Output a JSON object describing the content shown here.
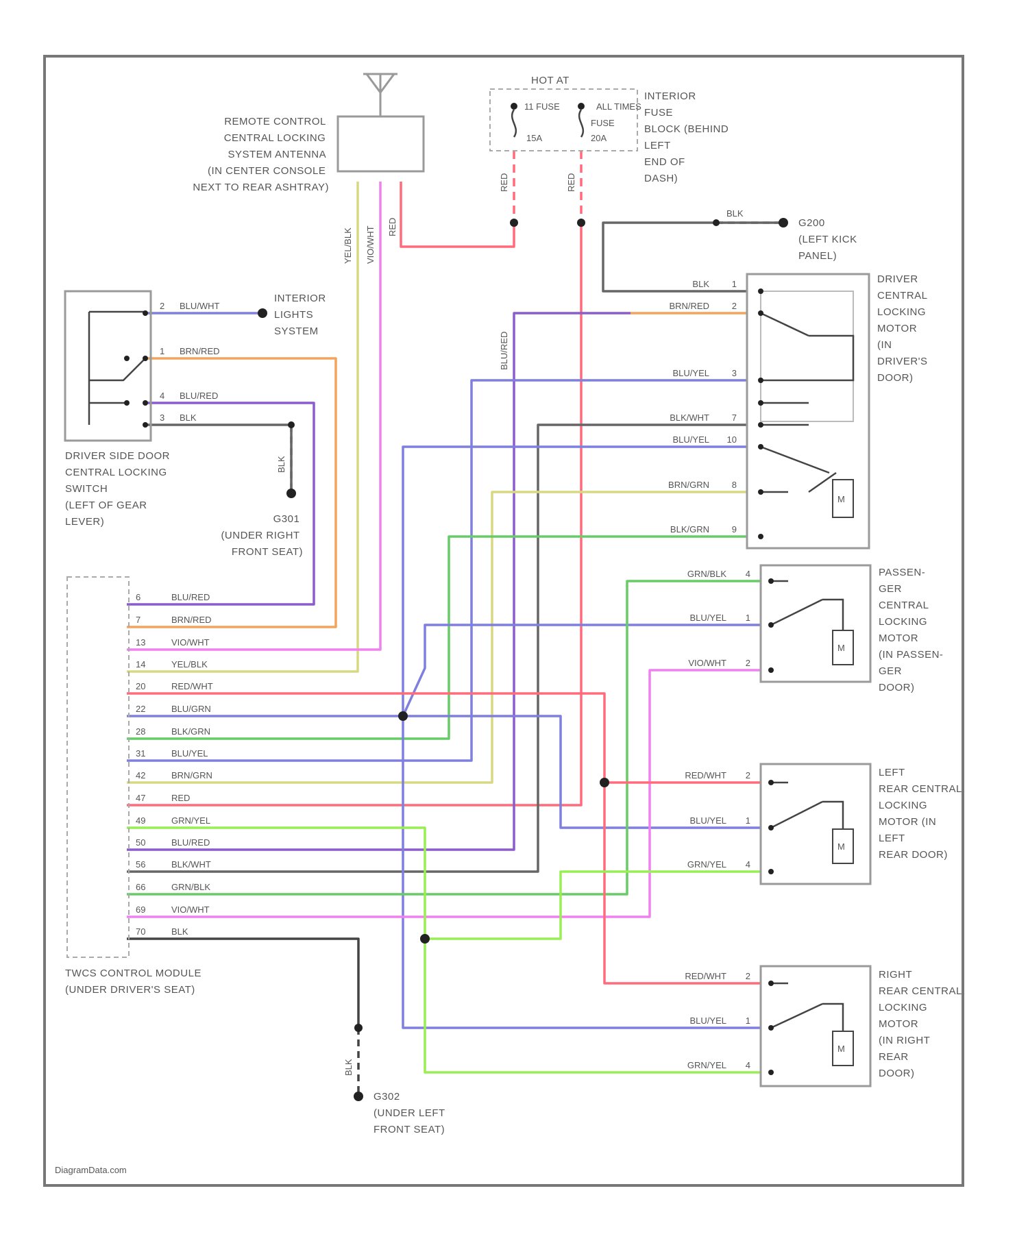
{
  "colors": {
    "red": "#ff6b7a",
    "pink": "#ee82ee",
    "yellow": "#d8d884",
    "purple": "#8a5ccc",
    "blue": "#7f7fdd",
    "orange": "#f3a35c",
    "green": "#66cc66",
    "lime": "#99ee55",
    "gray": "#666666",
    "black": "#444444"
  },
  "components": {
    "antenna": [
      "REMOTE CONTROL",
      "CENTRAL LOCKING",
      "SYSTEM ANTENNA",
      "(IN CENTER CONSOLE",
      "NEXT TO REAR ASHTRAY)"
    ],
    "hot_at": "HOT AT",
    "fuse_label": [
      "INTERIOR",
      "FUSE",
      "BLOCK (BEHIND",
      "LEFT",
      "END OF",
      "DASH)"
    ],
    "fuse_text": [
      "11 FUSE",
      "ALL TIMES",
      "FUSE",
      "15A",
      "20A"
    ],
    "switch": [
      "DRIVER SIDE DOOR",
      "CENTRAL LOCKING",
      "SWITCH",
      "(LEFT OF GEAR",
      "LEVER)"
    ],
    "interior_lights": [
      "INTERIOR",
      "LIGHTS",
      "SYSTEM"
    ],
    "g301": [
      "G301",
      "(UNDER RIGHT",
      "FRONT SEAT)"
    ],
    "g200": [
      "G200",
      "(LEFT KICK",
      "PANEL)"
    ],
    "g302": [
      "G302",
      "(UNDER LEFT",
      "FRONT SEAT)"
    ],
    "driver_motor": [
      "DRIVER",
      "CENTRAL",
      "LOCKING",
      "MOTOR",
      "(IN",
      "DRIVER'S",
      "DOOR)"
    ],
    "pass_motor": [
      "PASSEN-",
      "GER",
      "CENTRAL",
      "LOCKING",
      "MOTOR",
      "(IN PASSEN-",
      "GER",
      "DOOR)"
    ],
    "lr_motor": [
      "LEFT",
      "REAR CENTRAL",
      "LOCKING",
      "MOTOR (IN",
      "LEFT",
      "REAR DOOR)"
    ],
    "rr_motor": [
      "RIGHT",
      "REAR CENTRAL",
      "LOCKING",
      "MOTOR",
      "(IN RIGHT",
      "REAR",
      "DOOR)"
    ],
    "module": [
      "TWCS CONTROL MODULE",
      "(UNDER DRIVER'S SEAT)"
    ],
    "motor_symbol": "M"
  },
  "wire_labels": {
    "red": "RED",
    "yel_blk": "YEL/BLK",
    "vio_wht": "VIO/WHT",
    "blk": "BLK",
    "blu_red": "BLU/RED",
    "blk_v": "BLK"
  },
  "switch_pins": [
    {
      "num": "2",
      "color": "BLU/WHT"
    },
    {
      "num": "1",
      "color": "BRN/RED"
    },
    {
      "num": "4",
      "color": "BLU/RED"
    },
    {
      "num": "3",
      "color": "BLK"
    }
  ],
  "module_pins": [
    {
      "num": "6",
      "color": "BLU/RED"
    },
    {
      "num": "7",
      "color": "BRN/RED"
    },
    {
      "num": "13",
      "color": "VIO/WHT"
    },
    {
      "num": "14",
      "color": "YEL/BLK"
    },
    {
      "num": "20",
      "color": "RED/WHT"
    },
    {
      "num": "22",
      "color": "BLU/GRN"
    },
    {
      "num": "28",
      "color": "BLK/GRN"
    },
    {
      "num": "31",
      "color": "BLU/YEL"
    },
    {
      "num": "42",
      "color": "BRN/GRN"
    },
    {
      "num": "47",
      "color": "RED"
    },
    {
      "num": "49",
      "color": "GRN/YEL"
    },
    {
      "num": "50",
      "color": "BLU/RED"
    },
    {
      "num": "56",
      "color": "BLK/WHT"
    },
    {
      "num": "66",
      "color": "GRN/BLK"
    },
    {
      "num": "69",
      "color": "VIO/WHT"
    },
    {
      "num": "70",
      "color": "BLK"
    }
  ],
  "driver_pins": [
    {
      "num": "1",
      "color": "BLK"
    },
    {
      "num": "2",
      "color": "BRN/RED"
    },
    {
      "num": "3",
      "color": "BLU/YEL"
    },
    {
      "num": "7",
      "color": "BLK/WHT"
    },
    {
      "num": "10",
      "color": "BLU/YEL"
    },
    {
      "num": "8",
      "color": "BRN/GRN"
    },
    {
      "num": "9",
      "color": "BLK/GRN"
    }
  ],
  "pass_pins": [
    {
      "num": "4",
      "color": "GRN/BLK"
    },
    {
      "num": "1",
      "color": "BLU/YEL"
    },
    {
      "num": "2",
      "color": "VIO/WHT"
    }
  ],
  "lr_pins": [
    {
      "num": "2",
      "color": "RED/WHT"
    },
    {
      "num": "1",
      "color": "BLU/YEL"
    },
    {
      "num": "4",
      "color": "GRN/YEL"
    }
  ],
  "rr_pins": [
    {
      "num": "2",
      "color": "RED/WHT"
    },
    {
      "num": "1",
      "color": "BLU/YEL"
    },
    {
      "num": "4",
      "color": "GRN/YEL"
    }
  ],
  "watermark": "DiagramData.com"
}
